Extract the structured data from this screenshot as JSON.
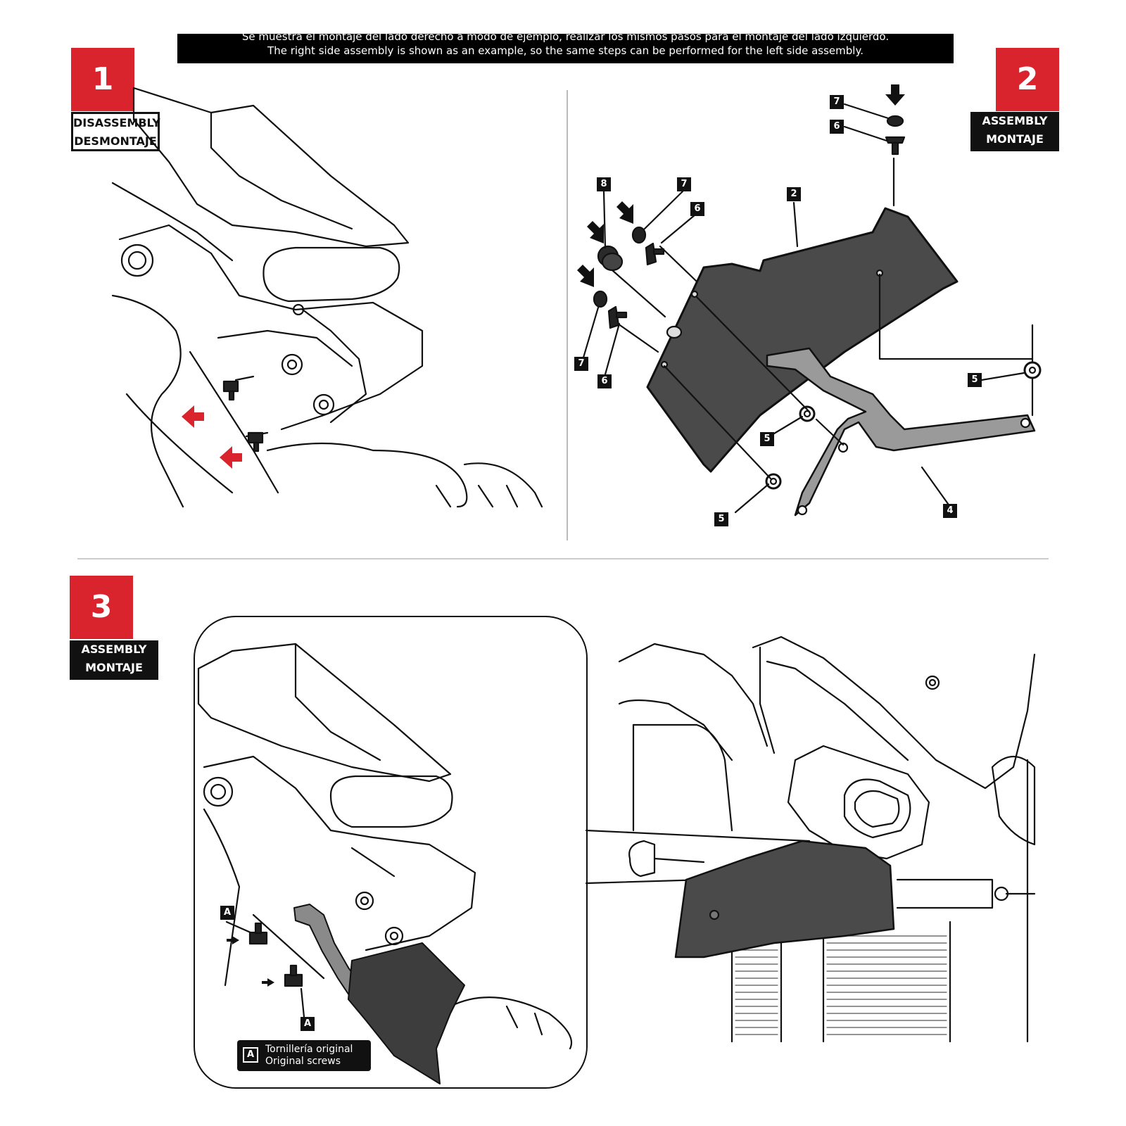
{
  "banner": {
    "line_es": "Se muestra el montaje del lado derecho a modo de ejemplo, realizar los mismos pasos para el montaje del lado izquierdo.",
    "line_en": "The right side assembly is shown as an example, so the same steps can be performed for the left side assembly."
  },
  "steps": [
    {
      "number": "1",
      "label_en": "DISASSEMBLY",
      "label_es": "DESMONTAJE"
    },
    {
      "number": "2",
      "label_en": "ASSEMBLY",
      "label_es": "MONTAJE"
    },
    {
      "number": "3",
      "label_en": "ASSEMBLY",
      "label_es": "MONTAJE"
    }
  ],
  "part_labels": {
    "p7_top": "7",
    "p6_top": "6",
    "p8": "8",
    "p7_mid": "7",
    "p6_mid": "6",
    "p2": "2",
    "p7_low": "7",
    "p6_low": "6",
    "p5_right": "5",
    "p5_mid": "5",
    "p5_low": "5",
    "p4": "4"
  },
  "callouts": {
    "a_top": "A",
    "a_bottom": "A"
  },
  "legend": {
    "key": "A",
    "line_es": "Tornillería original",
    "line_en": "Original screws"
  },
  "colors": {
    "accent_red": "#d9232d",
    "part_dark": "#4a4a4a",
    "bracket_gray": "#9a9a9a"
  }
}
